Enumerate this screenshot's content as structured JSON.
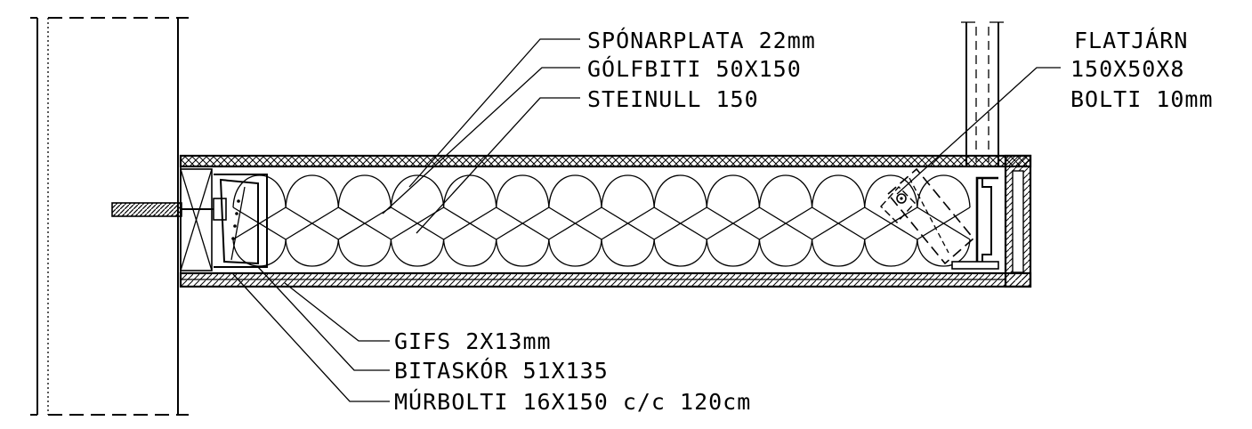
{
  "labels": {
    "sponarplata": "SPÓNARPLATA 22mm",
    "golfbiti": "GÓLFBITI 50X150",
    "steinull": "STEINULL 150",
    "flatjarn_1": "FLATJÁRN",
    "flatjarn_2": "150X50X8",
    "flatjarn_3": "BOLTI 10mm",
    "gifs": "GIFS 2X13mm",
    "bitaskor": "BITASKÓR 51X135",
    "murbolti": "MÚRBOLTI 16X150 c/c 120cm"
  },
  "insulation_lobes": 14,
  "colors": {
    "line": "#000000",
    "background": "#ffffff"
  }
}
